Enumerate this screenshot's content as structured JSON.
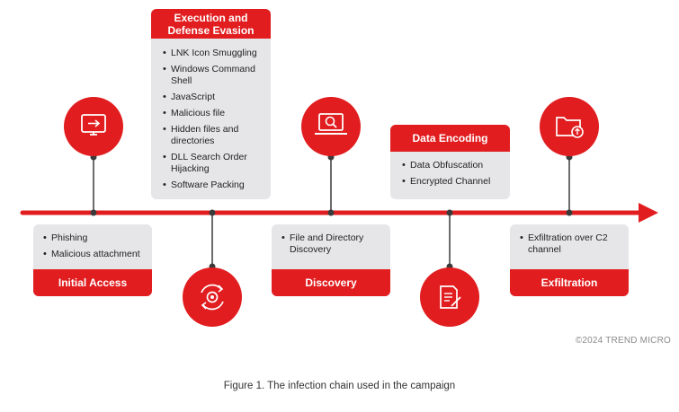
{
  "stages": {
    "initial_access": {
      "title": "Initial Access",
      "items": [
        "Phishing",
        "Malicious attachment"
      ]
    },
    "execution": {
      "title": "Execution and Defense Evasion",
      "items": [
        "LNK Icon Smuggling",
        "Windows Command Shell",
        "JavaScript",
        "Malicious file",
        "Hidden files and directories",
        "DLL Search Order Hijacking",
        "Software Packing"
      ]
    },
    "discovery": {
      "title": "Discovery",
      "items": [
        "File and Directory Discovery"
      ]
    },
    "data_encoding": {
      "title": "Data Encoding",
      "items": [
        "Data Obfuscation",
        "Encrypted Channel"
      ]
    },
    "exfiltration": {
      "title": "Exfiltration",
      "items": [
        "Exfiltration over C2 channel"
      ]
    }
  },
  "icons": {
    "initial_access": "monitor-arrow-icon",
    "execution": "gear-cycle-icon",
    "discovery": "laptop-search-icon",
    "data_encoding": "document-pen-icon",
    "exfiltration": "folder-upload-icon"
  },
  "colors": {
    "accent": "#e11d1f",
    "card": "#e6e6e8",
    "pin": "#3a3a3a"
  },
  "copyright": "©2024 TREND MICRO",
  "caption": "Figure 1. The infection chain used in the campaign"
}
